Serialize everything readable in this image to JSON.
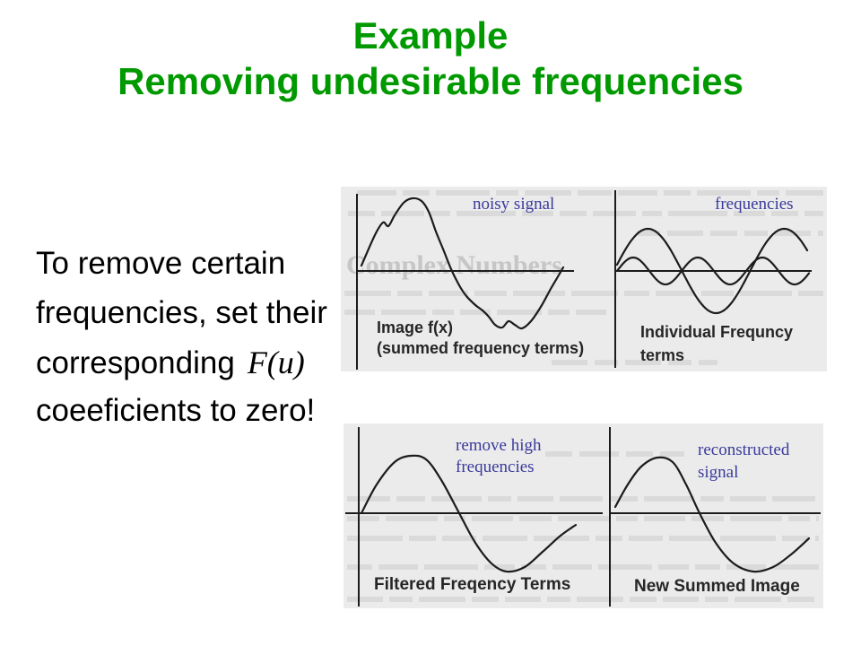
{
  "colors": {
    "title": "#009900",
    "annotation": "#3a3a9c",
    "ink": "#1c1c1c",
    "scan_background": "#ebebeb"
  },
  "title": {
    "line1": "Example",
    "line2": "Removing undesirable frequencies"
  },
  "body": {
    "line1": "To remove certain",
    "line2": "frequencies, set their",
    "line3": "corresponding",
    "math": "F(u)",
    "line4": "coeeficients to zero!"
  },
  "top_figure": {
    "scan_heading": "Complex Numbers",
    "left_plot": {
      "caption_line1": "Image f(x)",
      "caption_line2": "(summed frequency terms)",
      "annotation": "noisy signal"
    },
    "right_plot": {
      "caption_line1": "Individual Frequncy",
      "caption_line2": "terms",
      "annotation": "frequencies"
    }
  },
  "bottom_figure": {
    "left_plot": {
      "caption": "Filtered Freqency Terms",
      "annotation_line1": "remove high",
      "annotation_line2": "frequencies"
    },
    "right_plot": {
      "caption": "New Summed Image",
      "annotation_line1": "reconstructed",
      "annotation_line2": "signal"
    }
  }
}
